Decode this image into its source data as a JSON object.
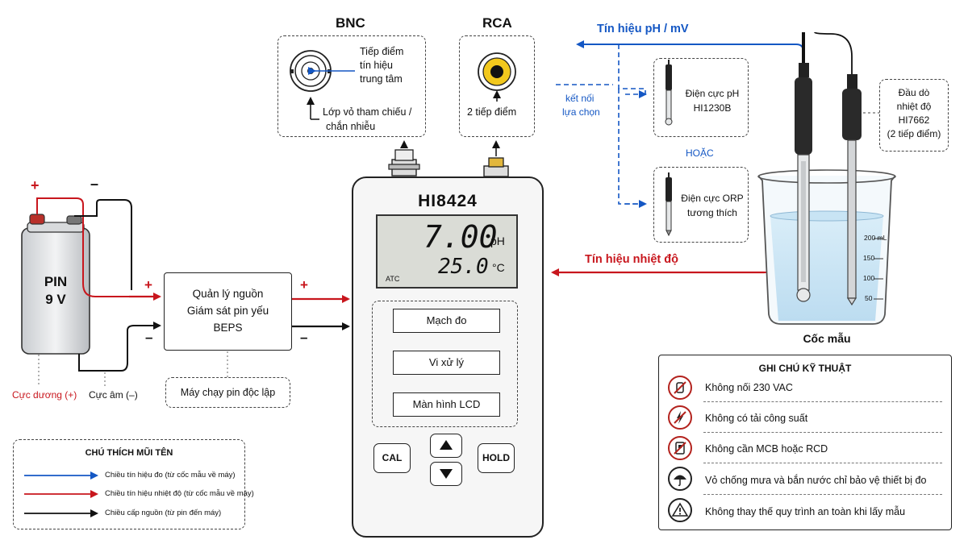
{
  "colors": {
    "signal_blue": "#1457c4",
    "temp_red": "#c8161d",
    "power_black": "#111111"
  },
  "connectors": {
    "bnc_title": "BNC",
    "rca_title": "RCA",
    "bnc_center_line1": "Tiếp điểm",
    "bnc_center_line2": "tín hiệu",
    "bnc_center_line3": "trung tâm",
    "bnc_shield_line1": "Lớp vỏ tham chiếu /",
    "bnc_shield_line2": "chắn nhiễu",
    "rca_contacts": "2 tiếp điểm"
  },
  "battery": {
    "label_line1": "PIN",
    "label_line2": "9 V",
    "plus": "+",
    "minus": "–",
    "pos_caption": "Cực dương (+)",
    "neg_caption": "Cực âm (–)"
  },
  "power_mgmt": {
    "line1": "Quản lý nguồn",
    "line2": "Giám sát pin yếu",
    "line3": "BEPS",
    "in_plus": "+",
    "in_minus": "–",
    "out_plus": "+",
    "out_minus": "–",
    "note": "Máy chạy pin độc lập"
  },
  "meter": {
    "model": "HI8424",
    "ph_value": "7.00",
    "ph_unit": "pH",
    "temp_value": "25.0",
    "temp_unit": "°C",
    "atc": "ATC",
    "flow": [
      "Mạch đo",
      "Vi xử lý",
      "Màn hình LCD"
    ],
    "cal": "CAL",
    "hold": "HOLD",
    "up_icon": "up-arrow-icon",
    "down_icon": "down-arrow-icon"
  },
  "signals": {
    "ph_signal": "Tín hiệu pH / mV",
    "temp_signal": "Tín hiệu nhiệt độ",
    "optional_line1": "kết nối",
    "optional_line2": "lựa chọn",
    "or": "HOẶC"
  },
  "electrodes": {
    "ph_line1": "Điện cực pH",
    "ph_line2": "HI1230B",
    "orp_line1": "Điện cực ORP",
    "orp_line2": "tương thích",
    "temp_probe_line1": "Đầu dò",
    "temp_probe_line2": "nhiệt độ",
    "temp_probe_line3": "HI7662",
    "temp_probe_line4": "(2 tiếp điểm)"
  },
  "beaker": {
    "caption": "Cốc mẫu",
    "marks": [
      "200 mL",
      "150",
      "100",
      "50"
    ]
  },
  "legend": {
    "title": "CHÚ THÍCH MŨI TÊN",
    "rows": [
      "Chiều tín hiệu đo (từ cốc mẫu về máy)",
      "Chiều tín hiệu nhiệt độ (từ cốc mẫu về máy)",
      "Chiều cấp nguồn (từ pin đến máy)"
    ]
  },
  "notes": {
    "title": "GHI CHÚ KỸ THUẬT",
    "rows": [
      {
        "icon": "no-plug-icon",
        "text": "Không nối 230 VAC"
      },
      {
        "icon": "no-power-load-icon",
        "text": "Không có tải công suất"
      },
      {
        "icon": "no-breaker-icon",
        "text": "Không cần MCB hoặc RCD"
      },
      {
        "icon": "umbrella-rain-icon",
        "text": "Vỏ chống mưa và bắn nước chỉ bảo vệ thiết bị đo"
      },
      {
        "icon": "warning-triangle-icon",
        "text": "Không thay thế quy trình an toàn khi lấy mẫu"
      }
    ]
  }
}
